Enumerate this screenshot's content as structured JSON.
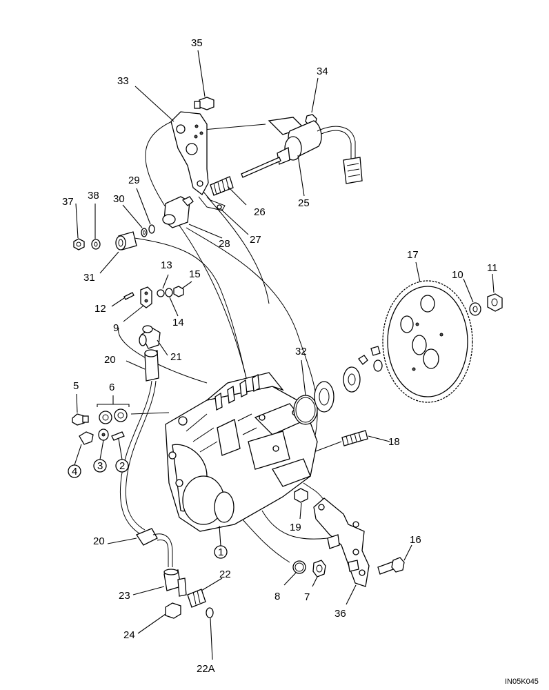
{
  "figure_code": "IN05K045",
  "callouts": {
    "c1": "1",
    "c2": "2",
    "c3": "3",
    "c4": "4",
    "c5": "5",
    "c6": "6",
    "c7": "7",
    "c8": "8",
    "c9": "9",
    "c10": "10",
    "c11": "11",
    "c12": "12",
    "c13": "13",
    "c14": "14",
    "c15": "15",
    "c16": "16",
    "c17": "17",
    "c18": "18",
    "c19": "19",
    "c20a": "20",
    "c20b": "20",
    "c21": "21",
    "c22": "22",
    "c22a": "22A",
    "c23": "23",
    "c24": "24",
    "c25": "25",
    "c26": "26",
    "c27": "27",
    "c28": "28",
    "c29": "29",
    "c30": "30",
    "c31": "31",
    "c32": "32",
    "c33": "33",
    "c34": "34",
    "c35": "35",
    "c36": "36",
    "c37": "37",
    "c38": "38"
  }
}
